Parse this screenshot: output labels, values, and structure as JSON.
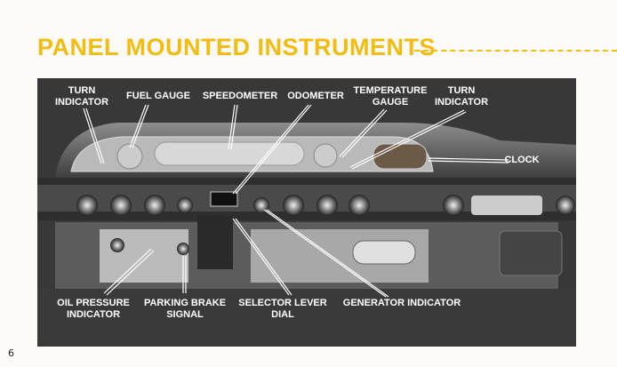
{
  "title": "PANEL MOUNTED INSTRUMENTS",
  "labels": {
    "turn_left": [
      "TURN",
      "INDICATOR"
    ],
    "fuel": "FUEL GAUGE",
    "speedometer": "SPEEDOMETER",
    "odometer": "ODOMETER",
    "temperature": [
      "TEMPERATURE",
      "GAUGE"
    ],
    "turn_right": [
      "TURN",
      "INDICATOR"
    ],
    "clock": "CLOCK",
    "oil": [
      "OIL PRESSURE",
      "INDICATOR"
    ],
    "parking": [
      "PARKING BRAKE",
      "SIGNAL"
    ],
    "selector": [
      "SELECTOR LEVER",
      "DIAL"
    ],
    "generator": "GENERATOR INDICATOR"
  },
  "page_number": "6",
  "colors": {
    "accent": "#f2bd12",
    "photo": "#3a3a3a"
  }
}
